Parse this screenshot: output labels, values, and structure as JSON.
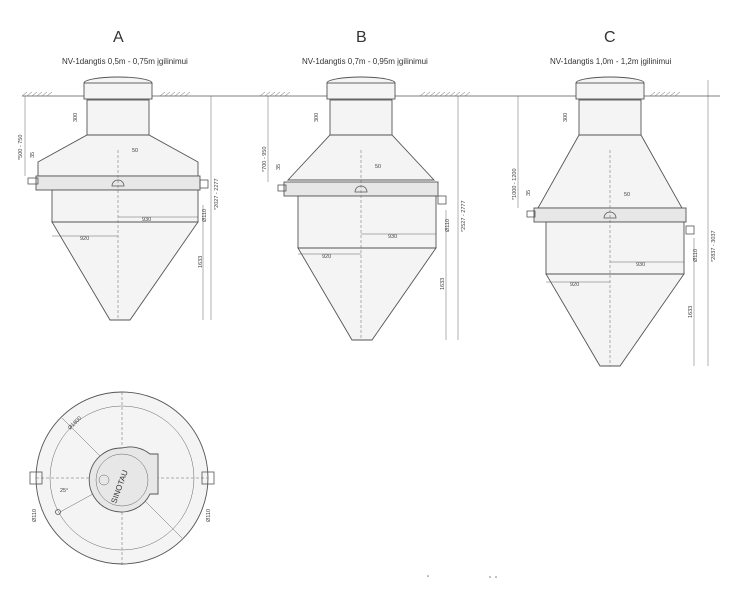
{
  "views": [
    {
      "letter": "A",
      "caption": "NV-1dangtis 0,5m - 0,75m įgilinimui",
      "dims": {
        "ring": "300",
        "cover": "*500 - 750",
        "lip": "35",
        "off": "50",
        "w1": "930",
        "w2": "920",
        "pipe": "Ø110",
        "h": "1633",
        "total": "*2027 - 2277"
      }
    },
    {
      "letter": "B",
      "caption": "NV-1dangtis 0,7m - 0,95m įgilinimui",
      "dims": {
        "ring": "300",
        "cover": "*700 - 950",
        "lip": "35",
        "off": "50",
        "w1": "930",
        "w2": "920",
        "pipe": "Ø110",
        "h": "1633",
        "total": "*2527 - 2777"
      }
    },
    {
      "letter": "C",
      "caption": "NV-1dangtis 1,0m - 1,2m įgilinimui",
      "dims": {
        "ring": "300",
        "cover": "*1000 - 1200",
        "lip": "35",
        "off": "50",
        "w1": "930",
        "w2": "920",
        "pipe": "Ø110",
        "h": "1633",
        "total": "*2837 - 3037"
      }
    }
  ],
  "plan": {
    "logo": "SINOTAU",
    "dia": "Ø1800",
    "pipe_left": "Ø110",
    "pipe_right": "Ø110",
    "angle": "25°"
  }
}
